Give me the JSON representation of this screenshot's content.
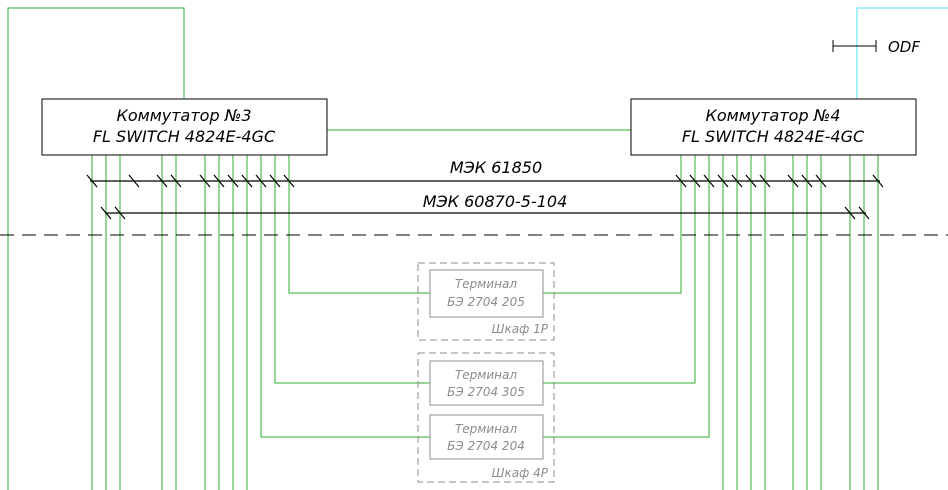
{
  "colors": {
    "green": "#2fae2f",
    "cyan": "#4fe3e8",
    "black": "#000000",
    "gray": "#8c8c8c"
  },
  "switches": {
    "left": {
      "line1": "Коммутатор №3",
      "line2": "FL SWITCH 4824E-4GC"
    },
    "right": {
      "line1": "Коммутатор №4",
      "line2": "FL SWITCH 4824E-4GC"
    }
  },
  "buses": {
    "iec61850": "МЭК 61850",
    "iec104": "МЭК 60870-5-104"
  },
  "odf_label": "ODF",
  "terminals": [
    {
      "title": "Терминал",
      "model": "БЭ 2704 205"
    },
    {
      "title": "Терминал",
      "model": "БЭ 2704 305"
    },
    {
      "title": "Терминал",
      "model": "БЭ 2704 204"
    }
  ],
  "cabinets": [
    {
      "label": "Шкаф 1Р"
    },
    {
      "label": "Шкаф 4Р"
    }
  ]
}
